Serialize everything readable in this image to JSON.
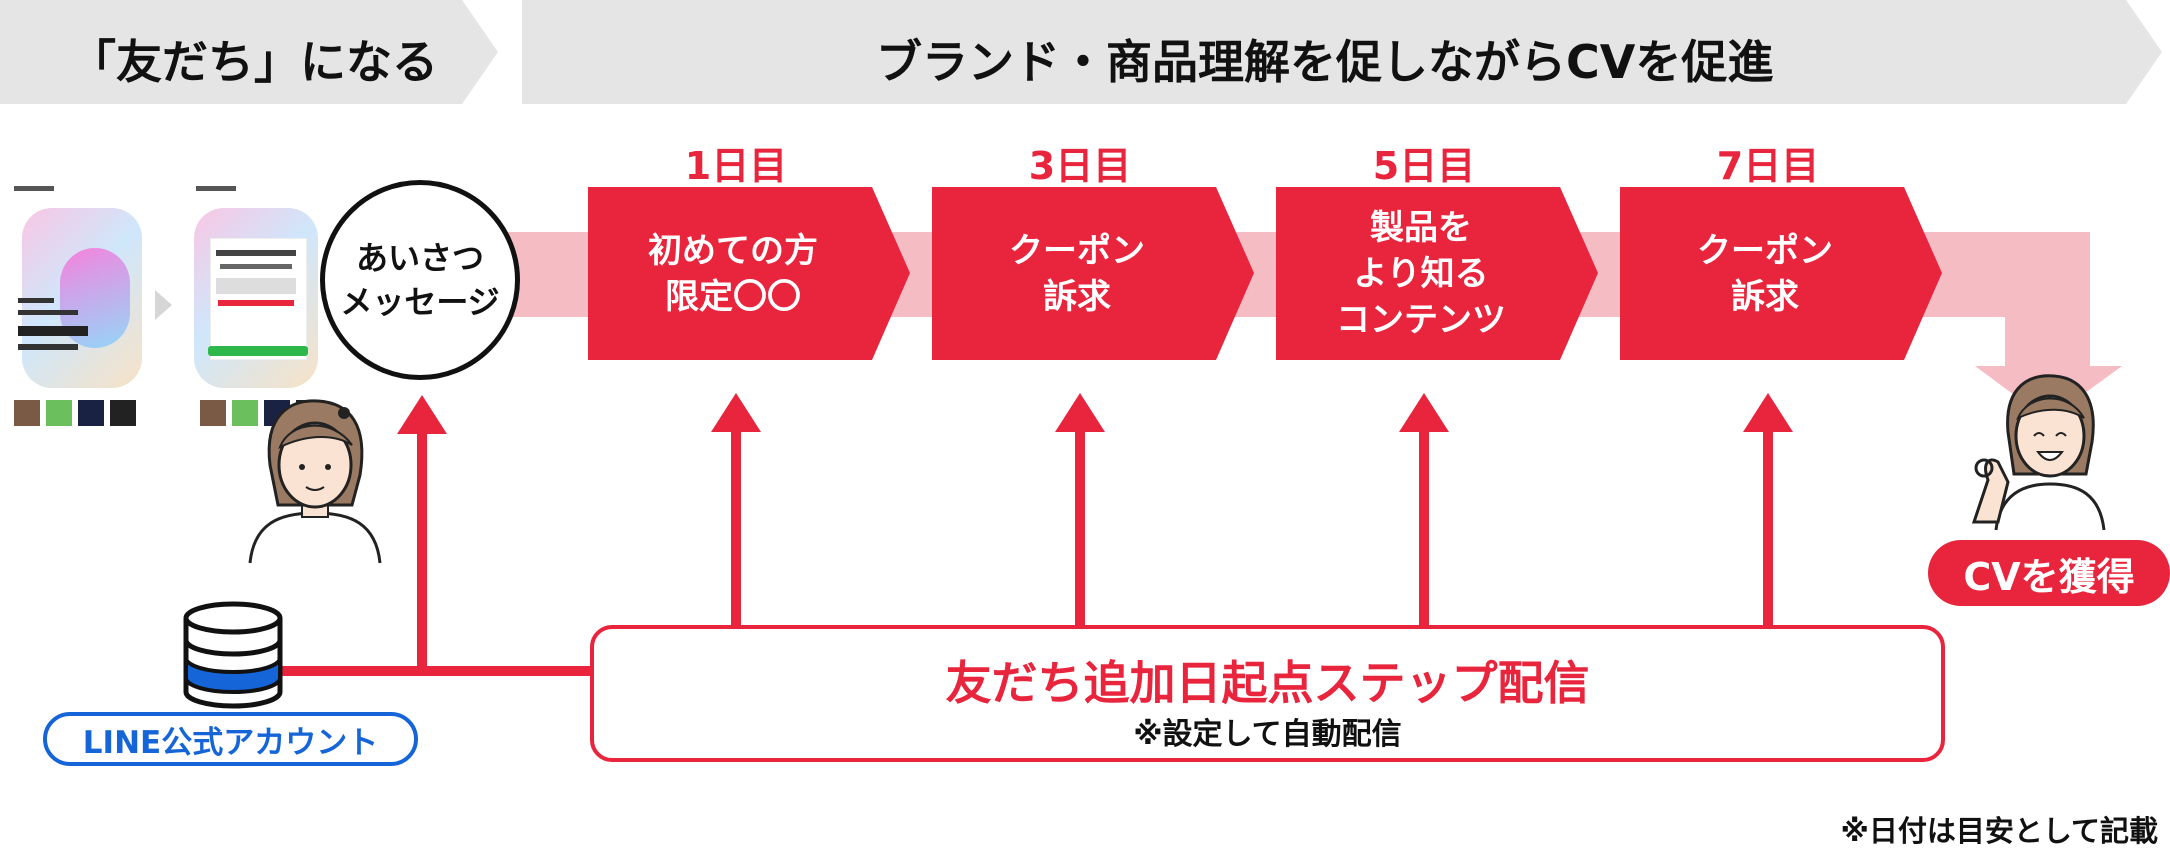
{
  "header": {
    "left_label": "「友だち」になる",
    "right_label": "ブランド・商品理解を促しながらCVを促進"
  },
  "greeting": {
    "label": "あいさつ\nメッセージ"
  },
  "steps": [
    {
      "day": "1日目",
      "label": "初めての方\n限定〇〇"
    },
    {
      "day": "3日目",
      "label": "クーポン\n訴求"
    },
    {
      "day": "5日目",
      "label": "製品を\nより知る\nコンテンツ"
    },
    {
      "day": "7日目",
      "label": "クーポン\n訴求"
    }
  ],
  "step_delivery": {
    "title": "友だち追加日起点ステップ配信",
    "subtitle": "※設定して自動配信"
  },
  "line_account": {
    "label": "LINE公式アカウント"
  },
  "result": {
    "label": "CVを獲得"
  },
  "footnote": "※日付は目安として記載",
  "colors": {
    "accent": "#e8253c",
    "band": "#f6bcc4",
    "header_bg": "#e5e5e5",
    "line_blue": "#1565d8"
  }
}
